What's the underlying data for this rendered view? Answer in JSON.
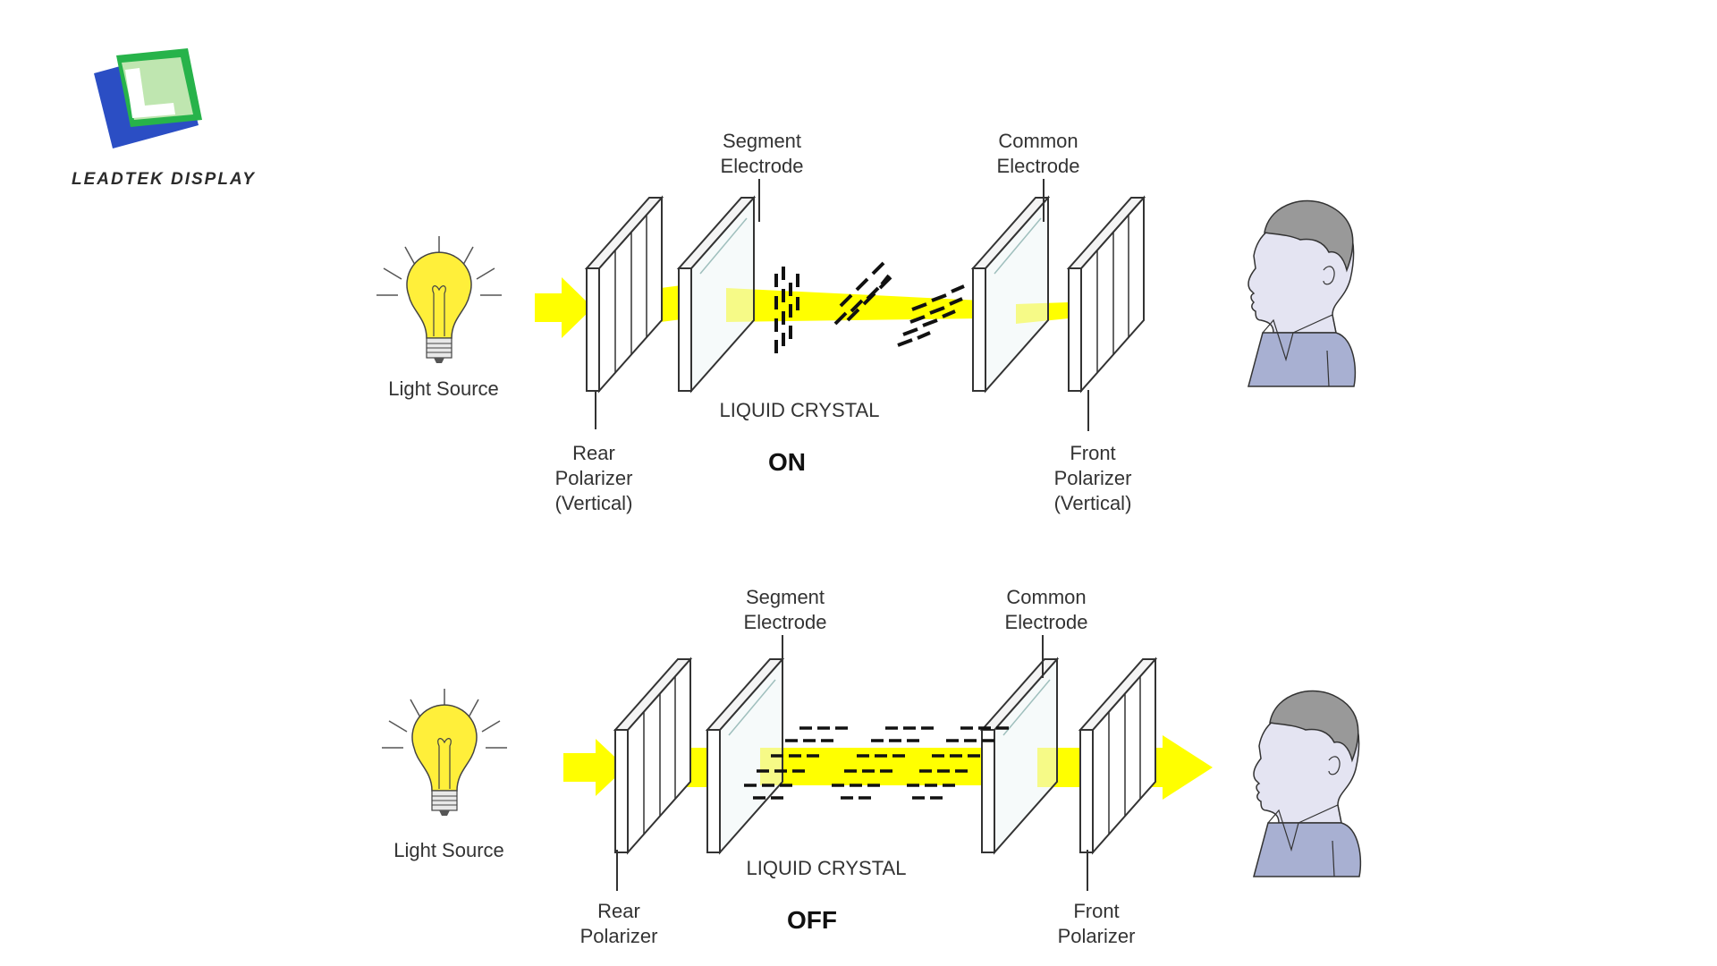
{
  "brand": {
    "name": "LEADTEK DISPLAY"
  },
  "colors": {
    "beam": "#ffff00",
    "bulb": "#ffef3a",
    "skin": "#e4e4f2",
    "hair": "#999999",
    "shirt": "#a8b0d2"
  },
  "diagrams": [
    {
      "state": "ON",
      "light_source": "Light Source",
      "segment_electrode": [
        "Segment",
        "Electrode"
      ],
      "common_electrode": [
        "Common",
        "Electrode"
      ],
      "liquid_crystal": "LIQUID CRYSTAL",
      "rear_polarizer": [
        "Rear",
        "Polarizer",
        "(Vertical)"
      ],
      "front_polarizer": [
        "Front",
        "Polarizer",
        "(Vertical)"
      ]
    },
    {
      "state": "OFF",
      "light_source": "Light Source",
      "segment_electrode": [
        "Segment",
        "Electrode"
      ],
      "common_electrode": [
        "Common",
        "Electrode"
      ],
      "liquid_crystal": "LIQUID CRYSTAL",
      "rear_polarizer": [
        "Rear",
        "Polarizer"
      ],
      "front_polarizer": [
        "Front",
        "Polarizer"
      ]
    }
  ]
}
